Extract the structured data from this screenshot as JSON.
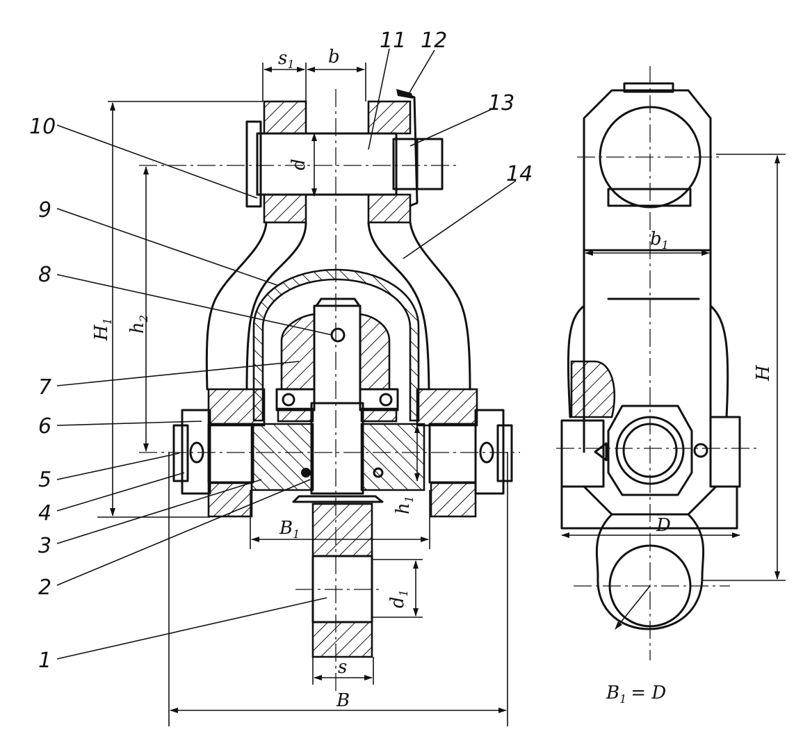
{
  "callouts": [
    "1",
    "2",
    "3",
    "4",
    "5",
    "6",
    "7",
    "8",
    "9",
    "10",
    "11",
    "12",
    "13",
    "14"
  ],
  "dimensions": {
    "s1": {
      "main": "s",
      "sub": "1"
    },
    "b": {
      "main": "b",
      "sub": ""
    },
    "d": {
      "main": "d",
      "sub": ""
    },
    "H1": {
      "main": "H",
      "sub": "1"
    },
    "h2": {
      "main": "h",
      "sub": "2"
    },
    "h1": {
      "main": "h",
      "sub": "1"
    },
    "B1": {
      "main": "B",
      "sub": "1"
    },
    "d1": {
      "main": "d",
      "sub": "1"
    },
    "s": {
      "main": "s",
      "sub": ""
    },
    "B": {
      "main": "B",
      "sub": ""
    },
    "b1": {
      "main": "b",
      "sub": "1"
    },
    "H": {
      "main": "H",
      "sub": ""
    },
    "D": {
      "main": "D",
      "sub": ""
    }
  },
  "note": {
    "left": "B",
    "left_sub": "1",
    "rest": "= D"
  }
}
